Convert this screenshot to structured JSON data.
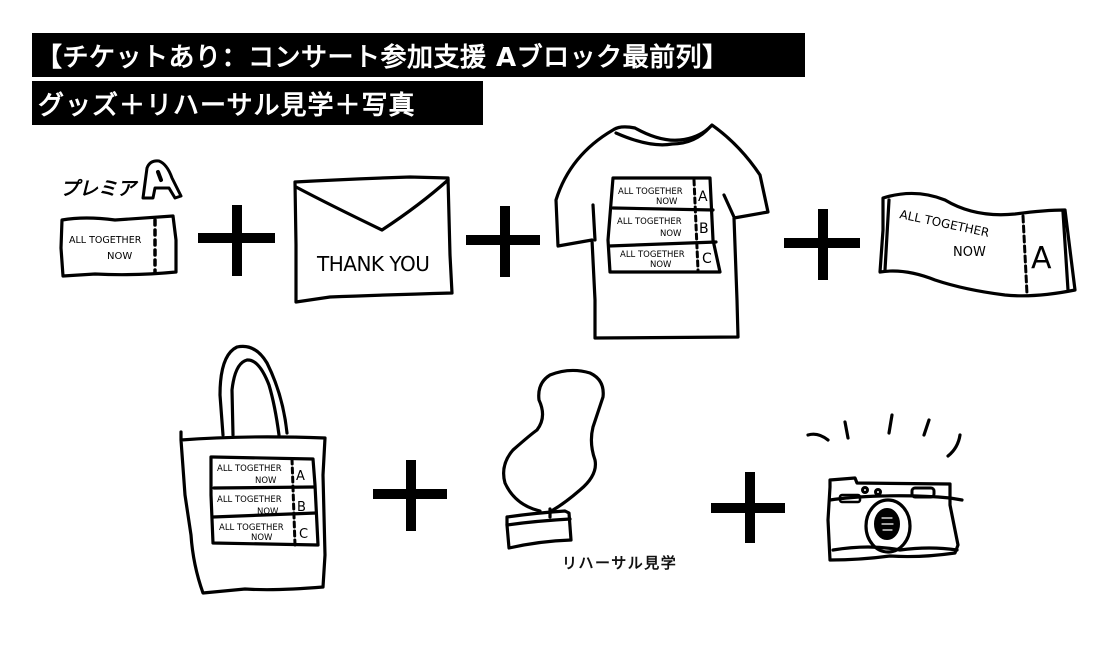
{
  "header": {
    "title_line1": "【チケットあり：コンサート参加支援 Aブロック最前列】",
    "title_line2": "グッズ＋リハーサル見学＋写真"
  },
  "colors": {
    "bar_bg": "#000000",
    "bar_text": "#ffffff",
    "ink": "#000000",
    "background": "#ffffff"
  },
  "items": {
    "ticket": {
      "badge": "プレミア",
      "block": "A",
      "line1": "ALL TOGETHER",
      "line2": "NOW"
    },
    "envelope": {
      "text": "THANK YOU"
    },
    "tshirt": {
      "rows": [
        {
          "line1": "ALL TOGETHER",
          "line2": "NOW",
          "block": "A"
        },
        {
          "line1": "ALL TOGETHER",
          "line2": "NOW",
          "block": "B"
        },
        {
          "line1": "ALL TOGETHER",
          "line2": "NOW",
          "block": "C"
        }
      ]
    },
    "towel": {
      "line1": "ALL TOGETHER",
      "line2": "NOW",
      "block": "A"
    },
    "totebag": {
      "rows": [
        {
          "line1": "ALL TOGETHER",
          "line2": "NOW",
          "block": "A"
        },
        {
          "line1": "ALL TOGETHER",
          "line2": "NOW",
          "block": "B"
        },
        {
          "line1": "ALL TOGETHER",
          "line2": "NOW",
          "block": "C"
        }
      ]
    },
    "rehearsal": {
      "caption": "リハーサル見学"
    },
    "camera": {
      "icon": "camera-icon"
    }
  },
  "operators": [
    "plus-icon",
    "plus-icon",
    "plus-icon",
    "plus-icon",
    "plus-icon"
  ]
}
